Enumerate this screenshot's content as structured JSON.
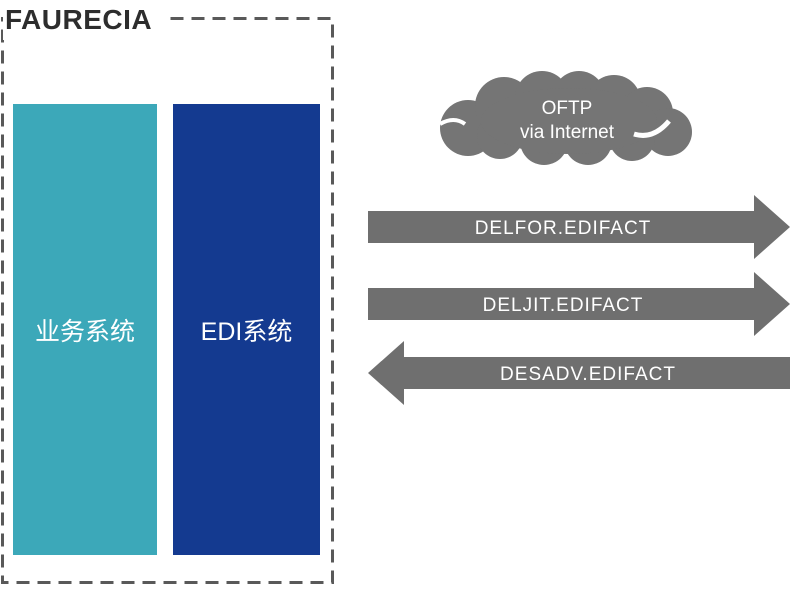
{
  "company": {
    "label": "FAURECIA"
  },
  "boundary": {
    "style": "dashed",
    "color": "#595959"
  },
  "systems": [
    {
      "id": "business-system",
      "label": "业务系统",
      "color": "#3CA8B9",
      "text_color": "#ffffff"
    },
    {
      "id": "edi-system",
      "label": "EDI系统",
      "color": "#143A90",
      "text_color": "#ffffff"
    }
  ],
  "cloud": {
    "line1": "OFTP",
    "line2": "via Internet",
    "color": "#757575",
    "text_color": "#ffffff"
  },
  "messages": [
    {
      "label": "DELFOR.EDIFACT",
      "direction": "right",
      "color": "#6F6F6F",
      "text_color": "#ffffff"
    },
    {
      "label": "DELJIT.EDIFACT",
      "direction": "right",
      "color": "#6F6F6F",
      "text_color": "#ffffff"
    },
    {
      "label": "DESADV.EDIFACT",
      "direction": "left",
      "color": "#6F6F6F",
      "text_color": "#ffffff"
    }
  ]
}
